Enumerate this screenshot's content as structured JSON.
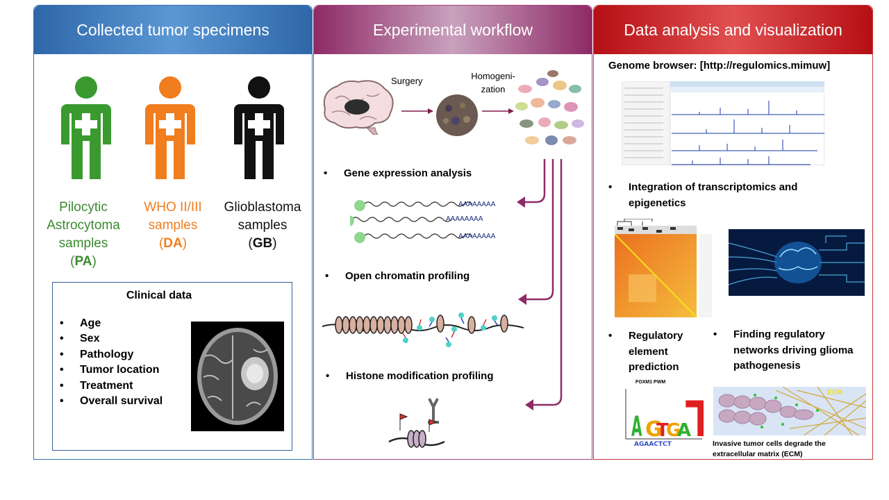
{
  "panels": {
    "specimens": {
      "title": "Collected tumor specimens",
      "groups": [
        {
          "line1": "Pilocytic",
          "line2": "Astrocytoma",
          "line3": "samples",
          "open": "(",
          "abbr": "PA",
          "close": ")",
          "color": "#3a8a2f"
        },
        {
          "line1": "WHO II/III",
          "line2": "samples",
          "open": "(",
          "abbr": "DA",
          "close": ")",
          "color": "#f07d1e"
        },
        {
          "line1": "Glioblastoma",
          "line2": "samples",
          "open": "(",
          "abbr": "GB",
          "close": ")",
          "color": "#111111"
        }
      ],
      "clinical": {
        "title": "Clinical data",
        "items": [
          "Age",
          "Sex",
          "Pathology",
          "Tumor location",
          "Treatment",
          "Overall survival"
        ]
      }
    },
    "workflow": {
      "title": "Experimental workflow",
      "surgery_label": "Surgery",
      "homogenization_line1": "Homogeni-",
      "homogenization_line2": "zation",
      "steps": [
        "Gene expression analysis",
        "Open chromatin profiling",
        "Histone modification profiling"
      ],
      "polyA": "AAAAAAAA"
    },
    "analysis": {
      "title": "Data analysis and visualization",
      "genome_browser": "Genome browser: [http://regulomics.mimuw]",
      "integration_line1": "Integration of transcriptomics and",
      "integration_line2": "epigenetics",
      "regulatory_lines": [
        "Regulatory",
        "element",
        "prediction"
      ],
      "networks_lines": [
        "Finding regulatory",
        "networks driving glioma",
        "pathogenesis"
      ],
      "pwm_title": "FOXM1 PWM",
      "ecm_label": "ECM",
      "invasive_line1": "Invasive  tumor cells degrade the",
      "invasive_line2": "extracellular matrix (ECM)"
    }
  }
}
